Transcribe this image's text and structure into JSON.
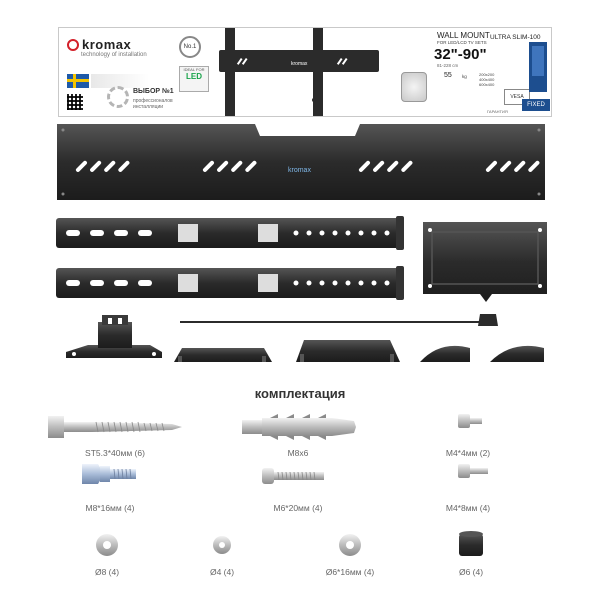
{
  "banner": {
    "brand": "kromax",
    "tagline": "technology of installation",
    "no1_badge": "No.1",
    "led_badge_top": "IDEAL FOR",
    "led_badge_word": "LED",
    "choice_title": "ВЫБОР №1",
    "choice_sub": "профессионалов инсталляции",
    "wall_mount_title": "WALL MOUNT",
    "wall_mount_sub": "FOR LED/LCD TV SETS",
    "model": "ULTRA SLIM-100",
    "size_range": "32\"-90\"",
    "size_cm": "81-228 cm",
    "load": "55",
    "load_unit": "kg",
    "spec_line_1": "200x200",
    "spec_line_2": "400x400",
    "spec_line_3": "600x400",
    "warranty_caption": "ГАРАНТИЯ",
    "vesa": "VESA",
    "fixed": "FIXED",
    "mount_logo": "kromax"
  },
  "parts": {
    "plate_logo": "kromax",
    "section_title": "комплектация"
  },
  "hardware": [
    {
      "label": "ST5.3*40мм (6)"
    },
    {
      "label": "M8x6"
    },
    {
      "label": "M4*4мм (2)"
    },
    {
      "label": "M8*16мм (4)"
    },
    {
      "label": "M6*20мм (4)"
    },
    {
      "label": "M4*8мм (4)"
    },
    {
      "label": "Ø8 (4)"
    },
    {
      "label": "Ø4 (4)"
    },
    {
      "label": "Ø6*16мм (4)"
    },
    {
      "label": "Ø6 (4)"
    }
  ],
  "colors": {
    "metal_dark": "#2b2b2b",
    "metal_mid": "#4a4a4a",
    "brand_red": "#d3202a",
    "accent_blue": "#1d4e8f"
  }
}
